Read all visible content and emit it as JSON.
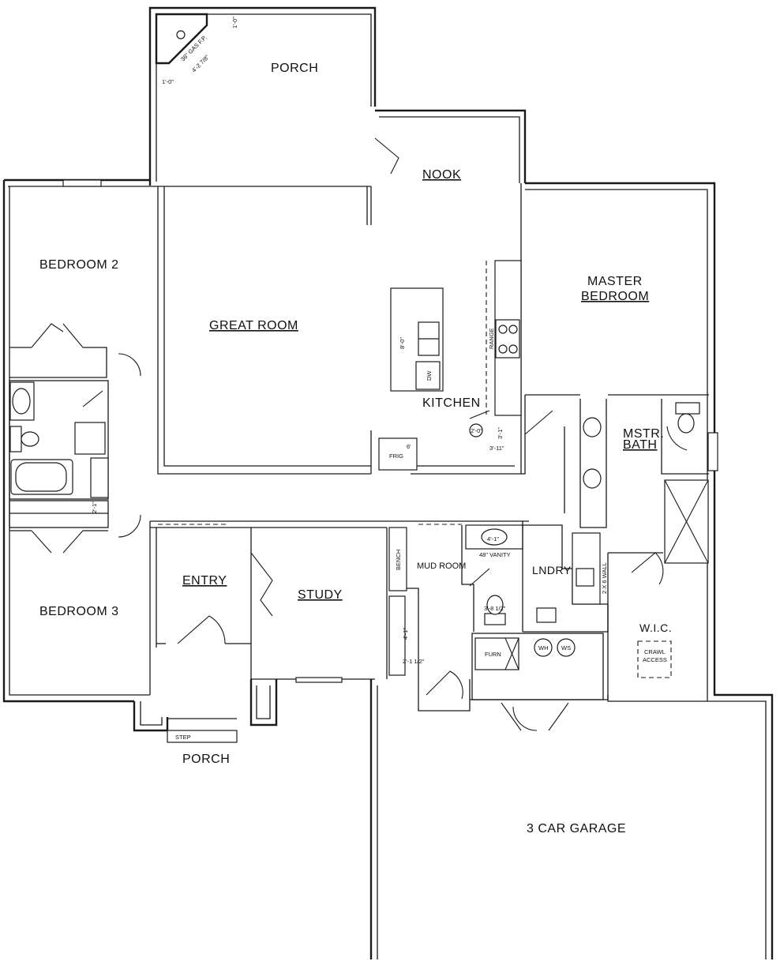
{
  "rooms": {
    "porch_top": "PORCH",
    "nook": "NOOK",
    "bedroom2": "BEDROOM 2",
    "great_room": "GREAT ROOM",
    "master_bedroom_line1": "MASTER",
    "master_bedroom_line2": "BEDROOM",
    "kitchen": "KITCHEN",
    "mstr_bath_line1": "MSTR.",
    "mstr_bath_line2": "BATH",
    "entry": "ENTRY",
    "study": "STUDY",
    "mud_room": "MUD ROOM",
    "lndry": "LNDRY",
    "bedroom3": "BEDROOM 3",
    "wic": "W.I.C.",
    "porch_bottom": "PORCH",
    "garage": "3 CAR GARAGE"
  },
  "annotations": {
    "fireplace": "36\" GAS F.P.",
    "fireplace_dim": "4'-2 7/8\"",
    "dim_1_0_a": "1'-0\"",
    "dim_1_0_b": "1'-0\"",
    "range": "RANGE",
    "dw": "DW",
    "island_dim": "8'-0\"",
    "frig": "FRIG",
    "frig_dim": "6'",
    "kitchen_dim_a": "3'-11\"",
    "kitchen_dim_b": "3'-1\"",
    "sink_dim": "2'-0\"",
    "bench": "BENCH",
    "vanity": "48\" VANITY",
    "vanity_dim": "4'-1\"",
    "toilet_dim": "3'-8 1/2\"",
    "mud_dim_a": "4'-1\"",
    "mud_dim_b": "2'-1 1/2\"",
    "furn": "FURN",
    "wh": "WH",
    "ws": "WS",
    "crawl_line1": "CRAWL",
    "crawl_line2": "ACCESS",
    "step": "STEP",
    "lndry_dim": "2 X 6 WALL",
    "bath_dim": "2'-1\""
  }
}
